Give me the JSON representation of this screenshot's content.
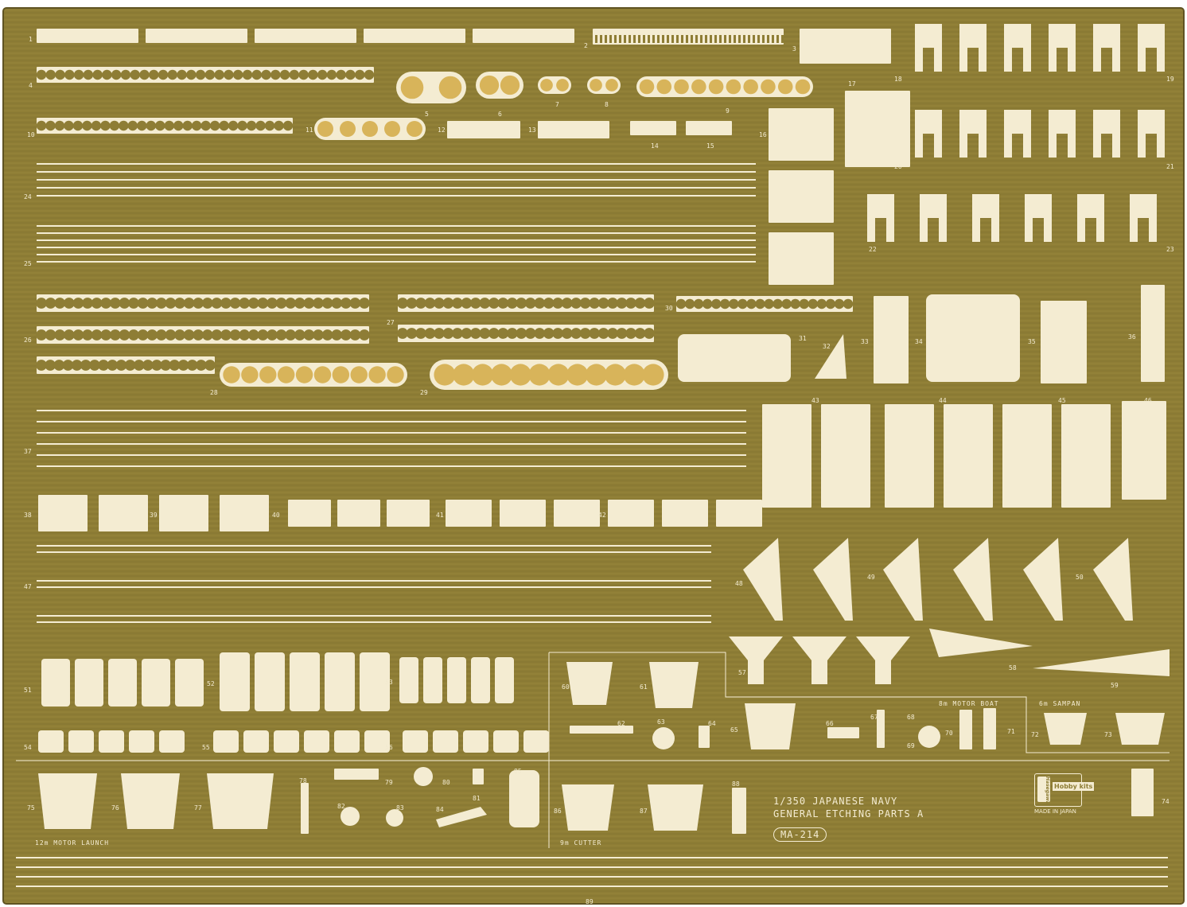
{
  "title_line1": "1/350 JAPANESE NAVY",
  "title_line2": "GENERAL ETCHING PARTS A",
  "code": "MA-214",
  "labels": {
    "motor_launch": "12m MOTOR LAUNCH",
    "cutter": "9m CUTTER",
    "motor_boat": "8m MOTOR BOAT",
    "sampan": "6m SAMPAN"
  },
  "brand": {
    "logo": "Hasegawa",
    "line": "Hobby kits",
    "made_in": "MADE IN JAPAN"
  },
  "part_numbers": [
    "1",
    "2",
    "3",
    "4",
    "5",
    "6",
    "7",
    "8",
    "9",
    "10",
    "11",
    "12",
    "13",
    "14",
    "15",
    "16",
    "17",
    "18",
    "19",
    "20",
    "21",
    "22",
    "23",
    "24",
    "25",
    "26",
    "27",
    "28",
    "29",
    "30",
    "31",
    "32",
    "33",
    "34",
    "35",
    "36",
    "37",
    "38",
    "39",
    "40",
    "41",
    "42",
    "43",
    "44",
    "45",
    "46",
    "47",
    "48",
    "49",
    "50",
    "51",
    "52",
    "53",
    "54",
    "55",
    "56",
    "57",
    "58",
    "59",
    "60",
    "61",
    "62",
    "63",
    "64",
    "65",
    "66",
    "67",
    "68",
    "69",
    "70",
    "71",
    "72",
    "73",
    "74",
    "75",
    "76",
    "77",
    "78",
    "79",
    "80",
    "81",
    "82",
    "83",
    "84",
    "85",
    "86",
    "87",
    "88",
    "89"
  ],
  "colors": {
    "brass": "#8e7d35",
    "brass_dark": "#6f6128",
    "fret": "#f4ecd2",
    "detail": "#d8b45a"
  }
}
